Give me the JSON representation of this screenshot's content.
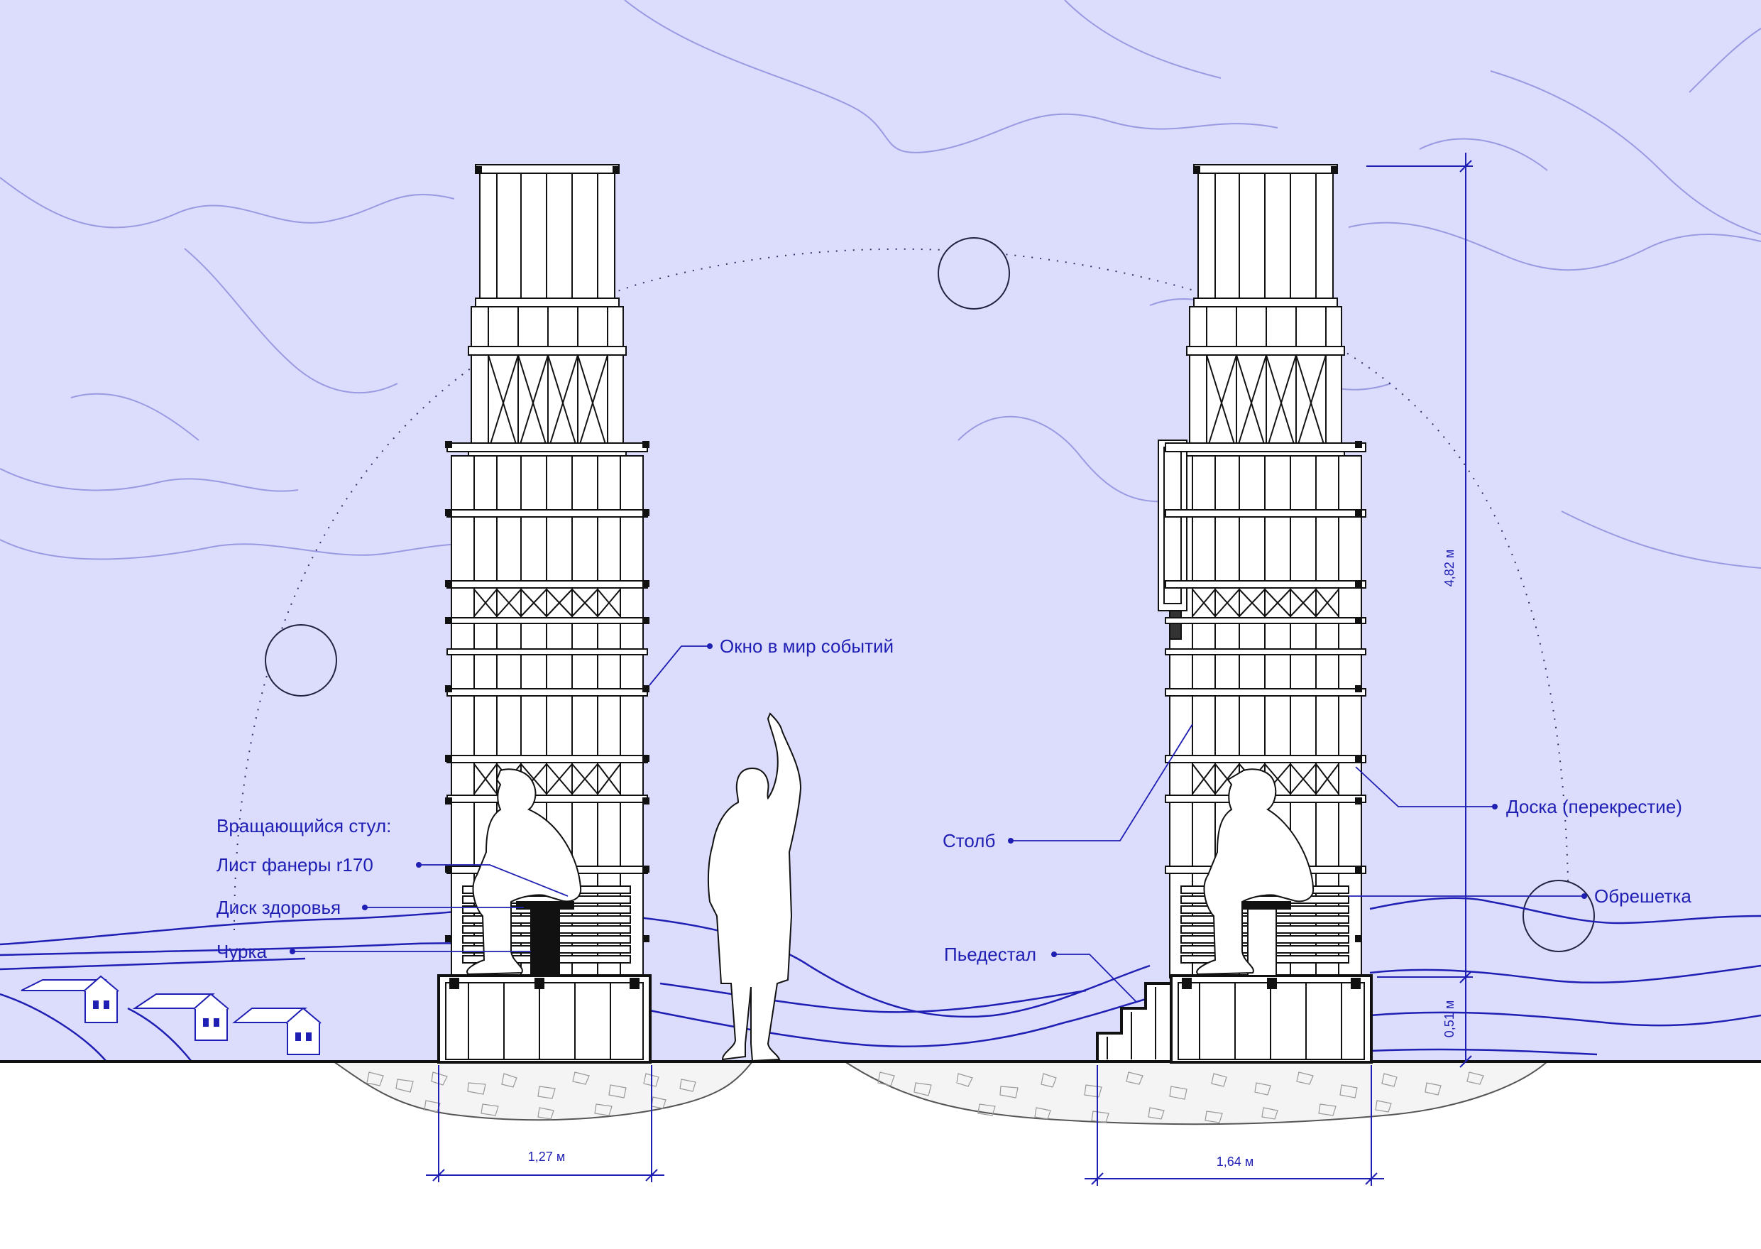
{
  "colors": {
    "sky": "#dcdcfc",
    "accent": "#1f1fb4",
    "contour": "#9a9ae2",
    "structure": "#111111",
    "fill": "#ffffff"
  },
  "labels": {
    "window": "Окно в мир событий",
    "rotating_chair": "Вращающийся стул:",
    "plywood": "Лист фанеры r170",
    "health_disk": "Диск здоровья",
    "churka": "Чурка",
    "pillar": "Столб",
    "board": "Доска (перекрестие)",
    "lathing": "Обрешетка",
    "pedestal": "Пьедестал"
  },
  "dimensions": {
    "left_width": "1,27 м",
    "right_width": "1,64 м",
    "total_height": "4,82 м",
    "pedestal_height": "0,51 м"
  },
  "icons": [
    "sun-icon",
    "house-icon",
    "person-silhouette"
  ]
}
